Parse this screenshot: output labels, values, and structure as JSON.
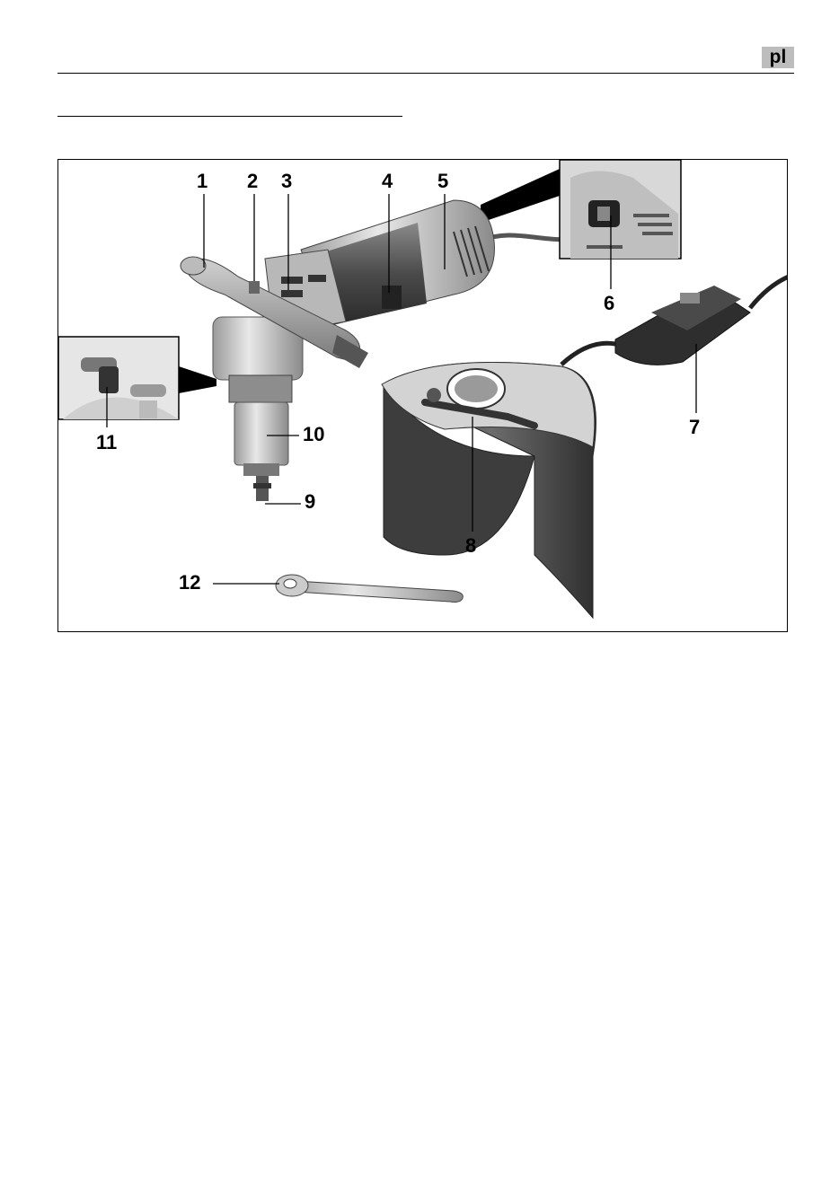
{
  "header": {
    "language_badge": "pl"
  },
  "figure": {
    "callouts": {
      "c1": "1",
      "c2": "2",
      "c3": "3",
      "c4": "4",
      "c5": "5",
      "c6": "6",
      "c7": "7",
      "c8": "8",
      "c9": "9",
      "c10": "10",
      "c11": "11",
      "c12": "12"
    }
  }
}
